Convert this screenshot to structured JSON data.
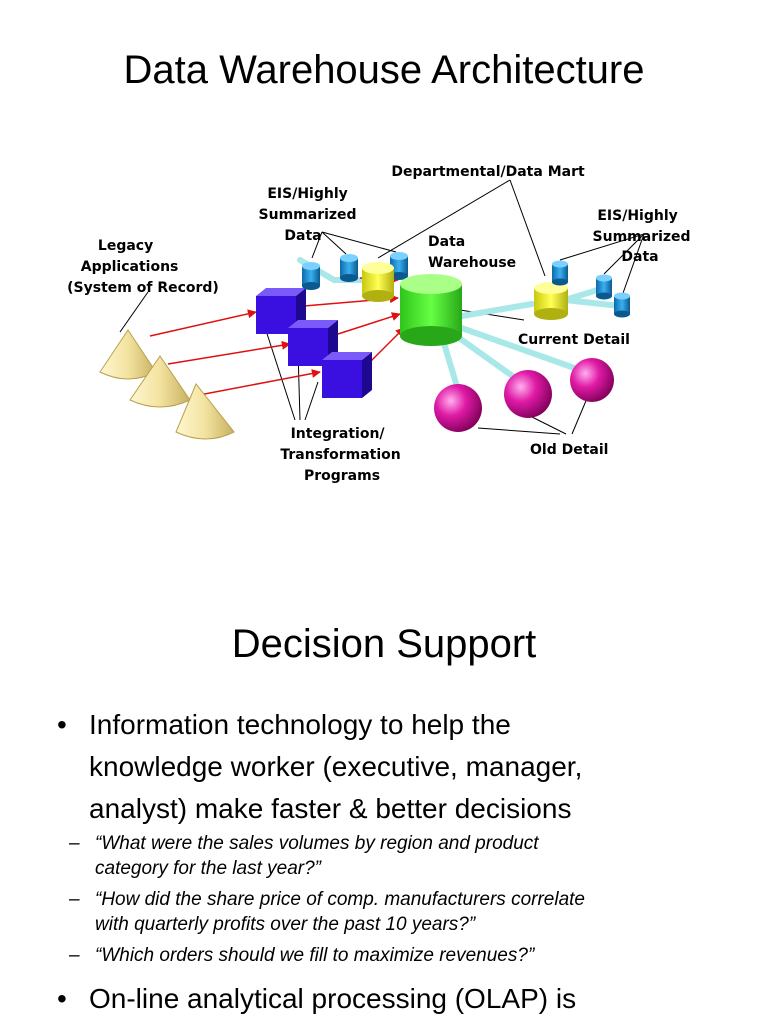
{
  "slide1": {
    "title": "Data Warehouse Architecture",
    "labels": {
      "legacy": [
        "Legacy",
        "Applications",
        "(System of Record)"
      ],
      "eis_left": [
        "EIS/Highly",
        "Summarized",
        "Data"
      ],
      "dept_mart": "Departmental/Data Mart",
      "data_warehouse": [
        "Data",
        "Warehouse"
      ],
      "eis_right": [
        "EIS/Highly",
        "Summarized",
        "Data"
      ],
      "current_detail": "Current Detail",
      "old_detail": "Old Detail",
      "integration": [
        "Integration/",
        "Transformation",
        "Programs"
      ]
    },
    "colors": {
      "cone": "#f3e3a0",
      "cube": "#3a10e0",
      "warehouse": "#44ee22",
      "mart": "#eeee22",
      "summary": "#1a8fd6",
      "sphere": "#e01aa6",
      "arrow": "#e01010",
      "link": "#a9e8e8"
    }
  },
  "slide2": {
    "title": "Decision Support",
    "bullets": [
      {
        "lines": [
          "Information technology to help the",
          "knowledge worker (executive, manager,",
          "analyst) make faster & better decisions"
        ],
        "subs": [
          [
            "“What were the sales volumes by region and product",
            "category for the last year?”"
          ],
          [
            "“How did the share price of comp. manufacturers correlate",
            "with quarterly profits over the past 10 years?”"
          ],
          [
            "“Which orders should we fill to maximize revenues?”"
          ]
        ]
      },
      {
        "lines": [
          "On-line analytical processing (OLAP) is"
        ]
      }
    ]
  }
}
